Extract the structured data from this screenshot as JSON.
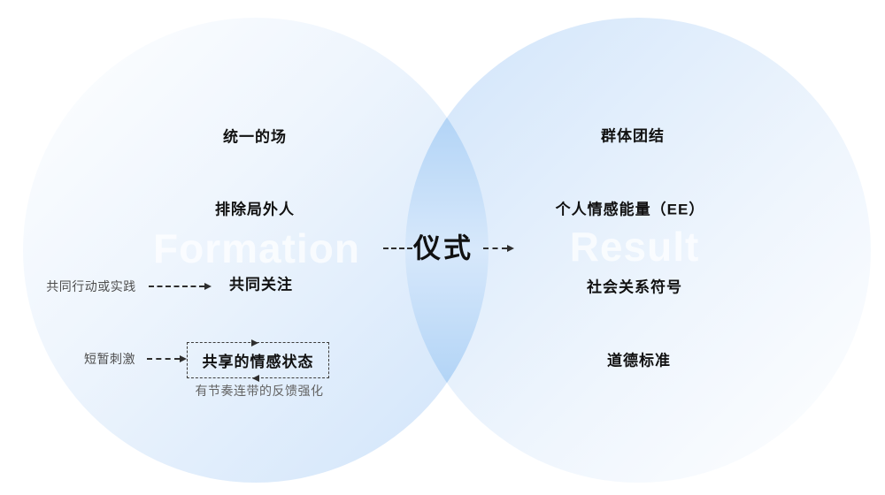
{
  "venn": {
    "center_label": "仪式",
    "left": {
      "watermark": "Formation",
      "labels": [
        "统一的场",
        "排除局外人",
        "共同关注"
      ],
      "shared_state_label": "共享的情感状态",
      "feedback_label": "有节奏连带的反馈强化",
      "external_labels": [
        "共同行动或实践",
        "短暂刺激"
      ]
    },
    "right": {
      "watermark": "Result",
      "labels": [
        "群体团结",
        "个人情感能量（EE）",
        "社会关系符号",
        "道德标准"
      ]
    },
    "colors": {
      "circle_light": "#ffffff",
      "circle_mid": "#eef5fd",
      "circle_deep": "#d0e4fa",
      "overlap_deep": "#a9cff5",
      "overlap_light": "#d7e8fb",
      "text_primary": "#111111",
      "text_secondary": "#4d4d4d",
      "text_note": "#636363",
      "arrow": "#2e2e2e",
      "watermark": "#ffffff"
    }
  }
}
